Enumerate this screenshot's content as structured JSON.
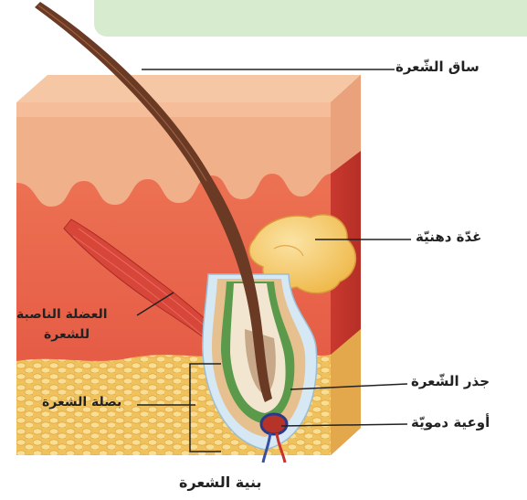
{
  "labels": {
    "hair_shaft": "ساق الشّعرة",
    "sebaceous_gland": "غدّة دهنيّة",
    "arrector_muscle_line1": "العضلة الناصبة",
    "arrector_muscle_line2": "للشعرة",
    "hair_bulb": "بصلة الشعرة",
    "hair_root": "جذر الشّعرة",
    "blood_vessels": "أوعية دمويّة",
    "caption": "بنية الشعرة"
  },
  "colors": {
    "top_bar": "#d7ebcf",
    "skin_surface": "#f2b58f",
    "dermis": "#e5604a",
    "fat": "#f5cf72",
    "hair": "#6b3a24",
    "gland": "#f4c55c",
    "muscle": "#d9483b",
    "follicle_sheath": "#cfe3f0"
  }
}
